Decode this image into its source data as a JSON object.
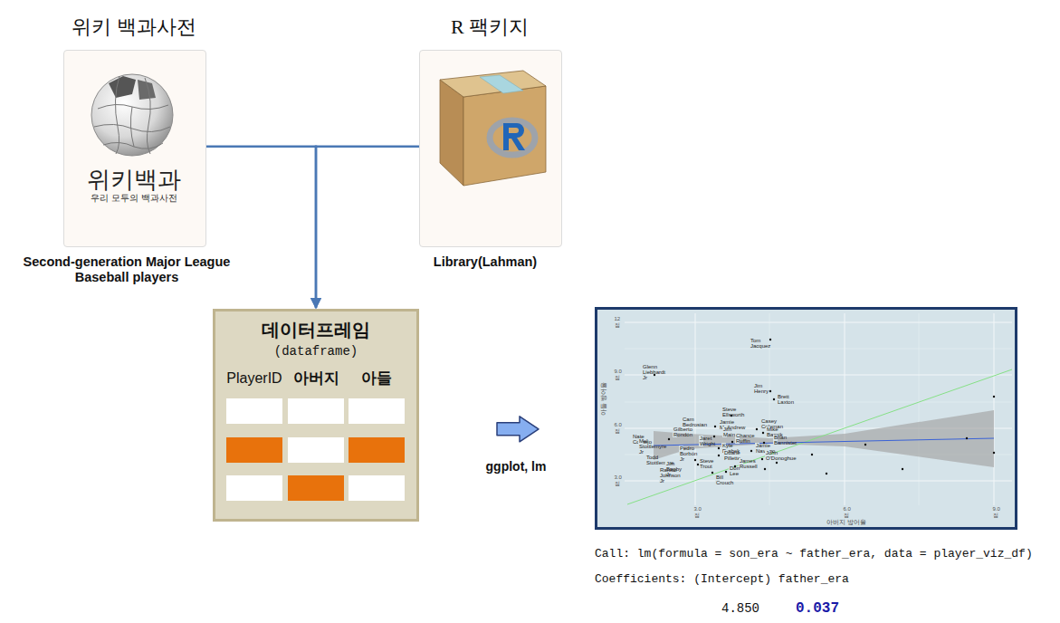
{
  "diagram": {
    "nodes": [
      {
        "text": [
          "위키 백과사전",
          "위키백과",
          "우리 모두의 백과사전",
          "Second-generation Major League Baseball players"
        ]
      },
      {
        "text": [
          "R 팩키지",
          "Library(Lahman)"
        ]
      },
      {
        "text": [
          "데이터프레임",
          "(dataframe)",
          "PlayerID",
          "아버지",
          "아들"
        ]
      },
      {
        "text": [
          "아들 방어율",
          "아버지 방어율"
        ]
      }
    ],
    "edges": [
      {
        "from": 0,
        "to": 2,
        "arrow": "to"
      },
      {
        "from": 1,
        "to": 2,
        "arrow": "to"
      },
      {
        "from": 2,
        "to": 3,
        "arrow": "to",
        "label": "ggplot, lm"
      }
    ],
    "labels": [
      "12 점",
      "9.0 점",
      "6.0 점",
      "3.0 점",
      "3.0 점",
      "6.0 점",
      "9.0 점",
      "Tom Jacquez",
      "Glenn Liebhardt Jr",
      "Jim Henry",
      "Brett Laxton",
      "Steve Ellsworth",
      "Cam Bedrosian",
      "Jamie McAndrew",
      "Casey Coleman",
      "Gilberto Rondón",
      "Jim Mains",
      "Mike Bacsik",
      "Nate Cornejo",
      "Jaret Wright",
      "Chance Ruffin",
      "Brian Bannister",
      "Mel Stottlemyre Jr",
      "Kyle Drabek",
      "Jamie Navarro",
      "Pedro Borbón Jr",
      "Duane Pillette",
      "John O'Donoghue",
      "Todd Stottlemyre",
      "Steve Trout",
      "James Russell",
      "Jim Bagby Jr",
      "Don Lee",
      "Rankin Johnson Jr",
      "Bill Crouch",
      "Call: lm(formula = son_era ~ father_era, data = player_viz_df)",
      "Coefficients: (Intercept) father_era",
      "4.850",
      "0.037"
    ]
  }
}
